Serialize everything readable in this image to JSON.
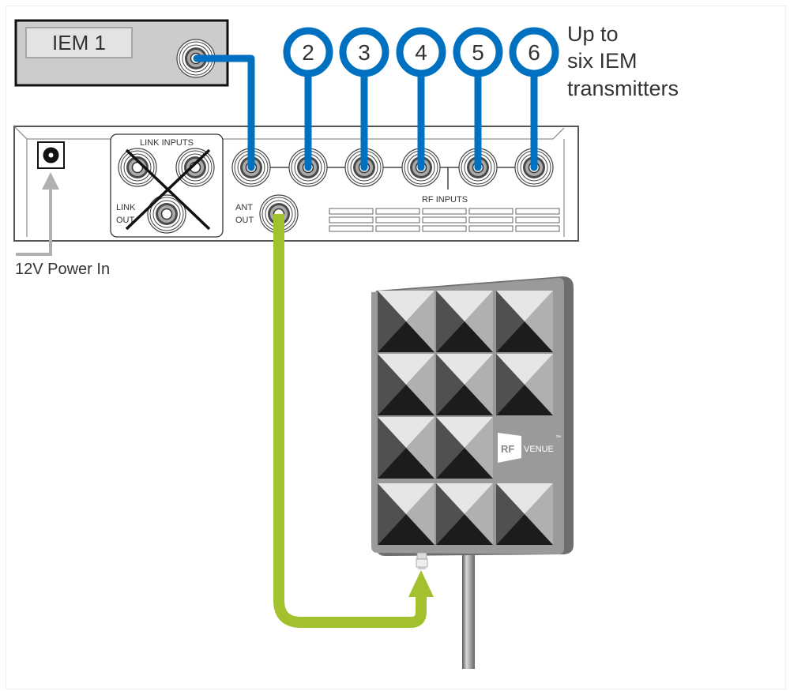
{
  "colors": {
    "cable_blue": "#0070c0",
    "cable_green": "#a2c12c",
    "power_arrow": "#b0b0b0",
    "chassis_stroke": "#555555",
    "iem_fill": "#cccccc"
  },
  "iem_unit": {
    "label": "IEM 1"
  },
  "transmitter_callouts": [
    {
      "number": "2"
    },
    {
      "number": "3"
    },
    {
      "number": "4"
    },
    {
      "number": "5"
    },
    {
      "number": "6"
    }
  ],
  "callout_text": {
    "line1": "Up to",
    "line2": "six IEM",
    "line3": "transmitters"
  },
  "rear_panel": {
    "link_inputs_label": "LINK INPUTS",
    "link_out_line1": "LINK",
    "link_out_line2": "OUT",
    "ant_out_line1": "ANT",
    "ant_out_line2": "OUT",
    "rf_inputs_label": "RF INPUTS"
  },
  "power": {
    "label": "12V Power In"
  },
  "antenna": {
    "brand_rf": "RF",
    "brand_venue": "VENUE",
    "trademark": "™"
  }
}
